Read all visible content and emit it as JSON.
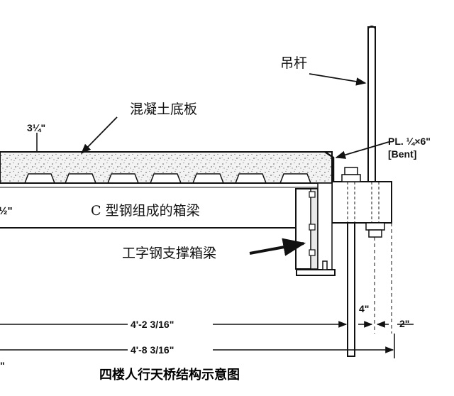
{
  "labels": {
    "hanger_rod": "吊杆",
    "concrete_slab": "混凝土底板",
    "slab_thickness": "3¼\"",
    "plate_spec_line1": "PL. ¼×6\"",
    "plate_spec_line2": "[Bent]",
    "left_partial": "½\"",
    "c_box_beam": "C 型钢组成的箱梁",
    "i_beam_support": "工字钢支撑箱梁",
    "left_tick": "\"",
    "dim_4in": "4\"",
    "dim_2in": "2\"",
    "dim_short": "4'-2 3/16\"",
    "dim_long": "4'-8 3/16\""
  },
  "caption": "四楼人行天桥结构示意图"
}
